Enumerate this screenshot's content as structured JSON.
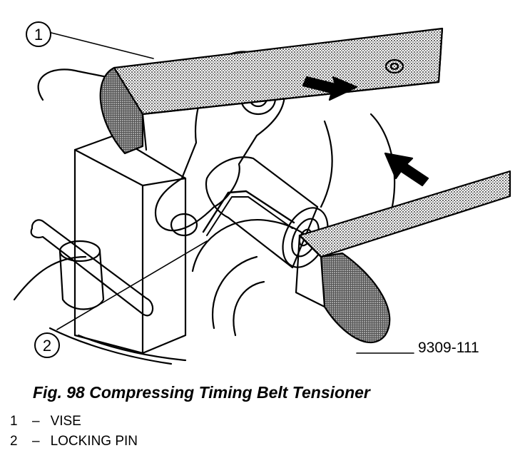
{
  "figure": {
    "code": "9309-111",
    "caption": "Fig. 98 Compressing Timing Belt Tensioner"
  },
  "callouts": [
    {
      "number": "1"
    },
    {
      "number": "2"
    }
  ],
  "legend": [
    {
      "number": "1",
      "separator": "–",
      "label": "VISE"
    },
    {
      "number": "2",
      "separator": "–",
      "label": "LOCKING PIN"
    }
  ]
}
